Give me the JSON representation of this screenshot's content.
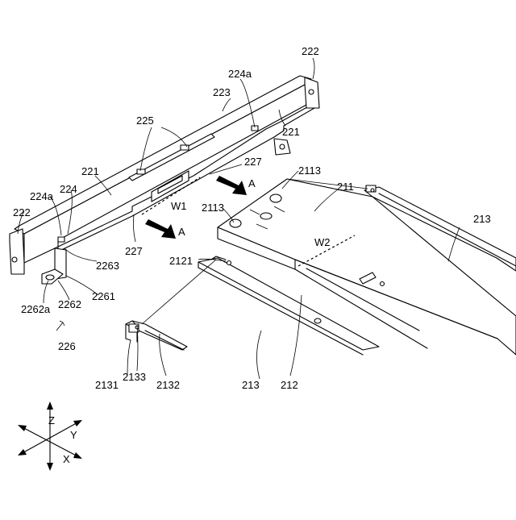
{
  "labels": {
    "l222_top": "222",
    "l224a_top": "224a",
    "l223": "223",
    "l225": "225",
    "l221_right": "221",
    "l221_left": "221",
    "l227_top": "227",
    "l227_bottom": "227",
    "l224a_left": "224a",
    "l224": "224",
    "l222_left": "222",
    "lW1": "W1",
    "lA_top": "A",
    "lA_bottom": "A",
    "l2263": "2263",
    "l2261": "2261",
    "l2262": "2262",
    "l2262a": "2262a",
    "l226": "226",
    "l2113_top": "2113",
    "l211": "211",
    "l2113_left": "2113",
    "l213_right": "213",
    "lW2": "W2",
    "l2121": "2121",
    "l2131": "2131",
    "l2133": "2133",
    "l2132": "2132",
    "l213_bottom": "213",
    "l212": "212"
  },
  "axes": {
    "z": "Z",
    "y": "Y",
    "x": "X"
  }
}
